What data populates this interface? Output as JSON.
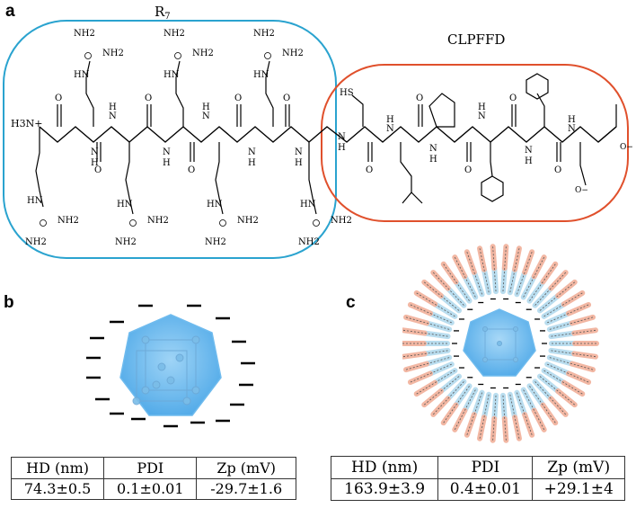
{
  "panels": {
    "a": "a",
    "b": "b",
    "c": "c"
  },
  "molecule": {
    "r7_label": "R7",
    "r7_subscript": "7",
    "clpffd_label": "CLPFFD",
    "terminal_amine": "H3N+",
    "amide_nh": "N",
    "amide_h": "H",
    "carbonyl_o": "O",
    "guanidine_nh": "HN",
    "guanidine_nh2": "NH2",
    "thiol": "HS",
    "carboxylate": "O−",
    "colors": {
      "r7_box": "#2aa3cf",
      "clpffd_box": "#e0502c"
    }
  },
  "nanoparticle_colors": {
    "gold_core": "#5eb7ee",
    "lipid_head": "#f2b7a3",
    "lipid_tail": "#b9ddef"
  },
  "table_b": {
    "headers": [
      "HD (nm)",
      "PDI",
      "Zp (mV)"
    ],
    "values": [
      "74.3±0.5",
      "0.1±0.01",
      "-29.7±1.6"
    ]
  },
  "table_c": {
    "headers": [
      "HD (nm)",
      "PDI",
      "Zp (mV)"
    ],
    "values": [
      "163.9±3.9",
      "0.4±0.01",
      "+29.1±4"
    ]
  }
}
